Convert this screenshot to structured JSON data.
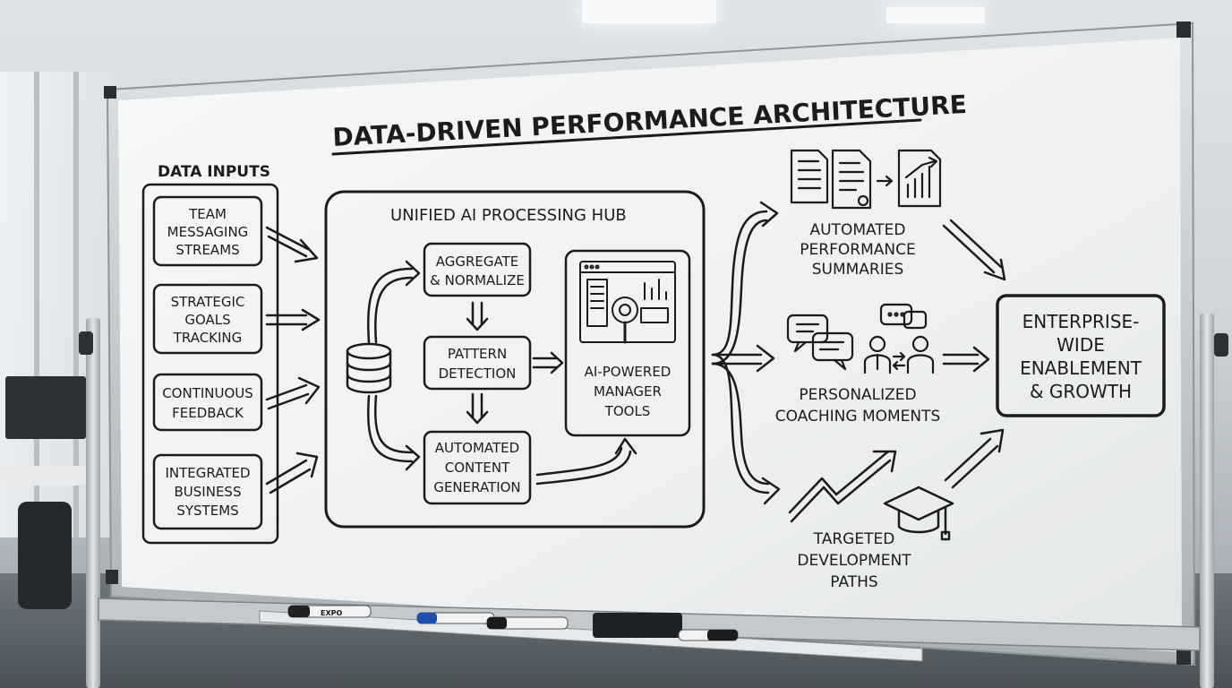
{
  "title": "DATA-DRIVEN PERFORMANCE ARCHITECTURE",
  "inputs": {
    "heading": "DATA INPUTS",
    "items": [
      {
        "lines": [
          "TEAM",
          "MESSAGING",
          "STREAMS"
        ]
      },
      {
        "lines": [
          "STRATEGIC",
          "GOALS",
          "TRACKING"
        ]
      },
      {
        "lines": [
          "CONTINUOUS",
          "FEEDBACK"
        ]
      },
      {
        "lines": [
          "INTEGRATED",
          "BUSINESS",
          "SYSTEMS"
        ]
      }
    ]
  },
  "hub": {
    "heading": "UNIFIED AI PROCESSING HUB",
    "steps": [
      {
        "lines": [
          "AGGREGATE",
          "& NORMALIZE"
        ]
      },
      {
        "lines": [
          "PATTERN",
          "DETECTION"
        ]
      },
      {
        "lines": [
          "AUTOMATED",
          "CONTENT",
          "GENERATION"
        ]
      }
    ],
    "tools": {
      "lines": [
        "AI-POWERED",
        "MANAGER",
        "TOOLS"
      ]
    }
  },
  "outputs": [
    {
      "lines": [
        "AUTOMATED",
        "PERFORMANCE",
        "SUMMARIES"
      ],
      "icon": "documents-chart-icon"
    },
    {
      "lines": [
        "PERSONALIZED",
        "COACHING MOMENTS"
      ],
      "icon": "chat-people-icon"
    },
    {
      "lines": [
        "TARGETED",
        "DEVELOPMENT",
        "PATHS"
      ],
      "icon": "growth-graduation-icon"
    }
  ],
  "result": {
    "lines": [
      "ENTERPRISE-",
      "WIDE",
      "ENABLEMENT",
      "& GROWTH"
    ]
  },
  "tray": {
    "marker_label": "EXPO"
  },
  "colors": {
    "ink": "#1b1b1b",
    "board": "#f3f4f4",
    "frame": "#c9ced1",
    "marker_blue": "#1f4fa8"
  }
}
